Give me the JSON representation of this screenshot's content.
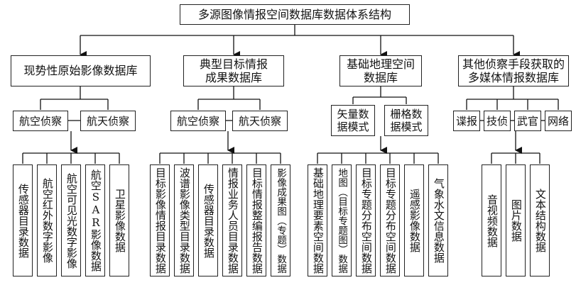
{
  "title": "多源图像情报空间数据库数据体系结构",
  "branches": [
    {
      "name": "现势性原始影像数据库",
      "subs": [
        "航空侦察",
        "航天侦察"
      ],
      "leaves": [
        "传感器目录数据",
        "航空红外数字影像",
        "航空可见光数字影像",
        "航空SAR影像数据",
        "卫星影像数据"
      ]
    },
    {
      "name": "典型目标情报成果数据库",
      "name_lines": [
        "典型目标情报",
        "成果数据库"
      ],
      "subs": [
        "航空侦察",
        "航天侦察"
      ],
      "leaves": [
        "目标影像情报目录数据",
        "波谱影像类型目录数据",
        "传感器目录数据",
        "情报业务人员目录数据",
        "目标情报整编报告数据",
        "影像成果图（专题）数据"
      ]
    },
    {
      "name": "基础地理空间数据库",
      "name_lines": [
        "基础地理空间",
        "数据库"
      ],
      "subs": [
        "矢量数据模式",
        "栅格数据模式"
      ],
      "sub_lines": [
        [
          "矢量数",
          "据模式"
        ],
        [
          "栅格数",
          "据模式"
        ]
      ],
      "leaves": [
        "基础地理要素空间数据",
        "地图（目标专题图）数据",
        "目标专题分布空间数据",
        "目标专题分布空间数据",
        "遥感影像数据",
        "气象水文信息数据"
      ]
    },
    {
      "name": "其他侦察手段获取的多媒体情报数据库",
      "name_lines": [
        "其他侦察手段获取的",
        "多媒体情报数据库"
      ],
      "subs": [
        "谍报",
        "技侦",
        "武官",
        "网络"
      ],
      "leaves": [
        "音视频数据",
        "图片数据",
        "文本结构数据"
      ]
    }
  ]
}
